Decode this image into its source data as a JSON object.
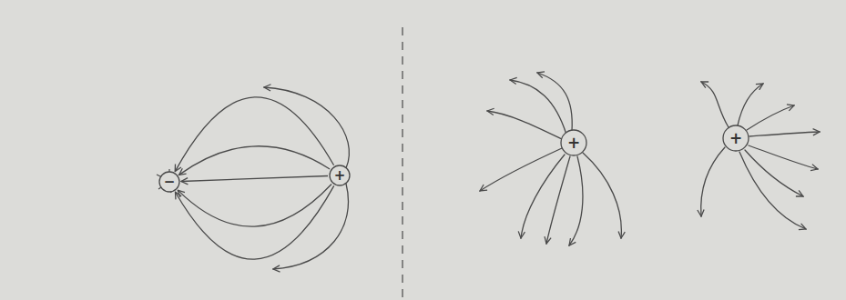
{
  "diagram": {
    "nodes": [
      {
        "text": [
          "−"
        ]
      },
      {
        "text": [
          "+"
        ]
      },
      {
        "text": [
          "+"
        ]
      },
      {
        "text": [
          "+"
        ]
      }
    ],
    "edges": [
      {
        "from": 1,
        "to": 0,
        "arrow": "to"
      },
      {
        "from": 1,
        "to": 0,
        "arrow": "to"
      },
      {
        "from": 1,
        "to": 0,
        "arrow": "to"
      },
      {
        "from": 1,
        "to": 0,
        "arrow": "to"
      },
      {
        "from": 1,
        "to": 0,
        "arrow": "to"
      }
    ]
  }
}
